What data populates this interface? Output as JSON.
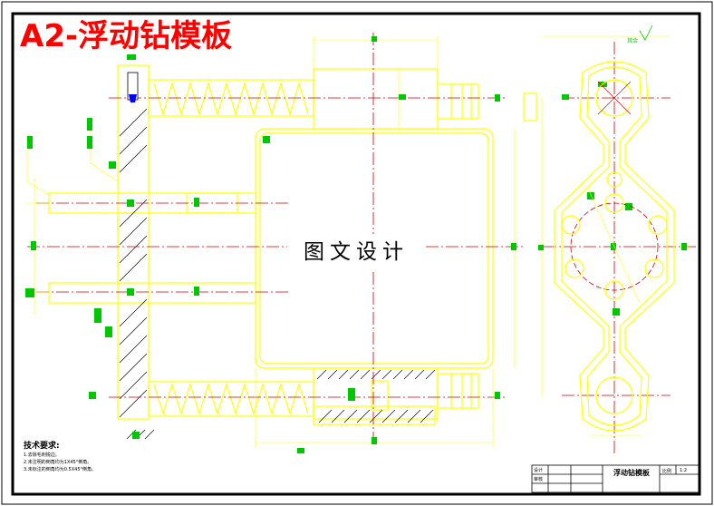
{
  "drawing": {
    "title": "A2-浮动钻模板",
    "watermark": "图文设计",
    "surface_note": "其余",
    "colors": {
      "outline": "#ffff00",
      "centerline": "#cc0000",
      "dimension": "#00c800",
      "hatch": "#000000",
      "border": "#000000",
      "title_text": "#ff0000",
      "pin": "#0000ff"
    }
  },
  "tech_notes": {
    "heading": "技术要求:",
    "lines": [
      "1.去除毛刺锐边。",
      "2.未注明的倒角均为1X45°倒角。",
      "3.未标注的倒角均为0.5X45°倒角。"
    ]
  },
  "title_block": {
    "name": "浮动钻模板",
    "label_design": "设计",
    "label_check": "审核",
    "scale_label": "比例",
    "scale_value": "1:2"
  }
}
